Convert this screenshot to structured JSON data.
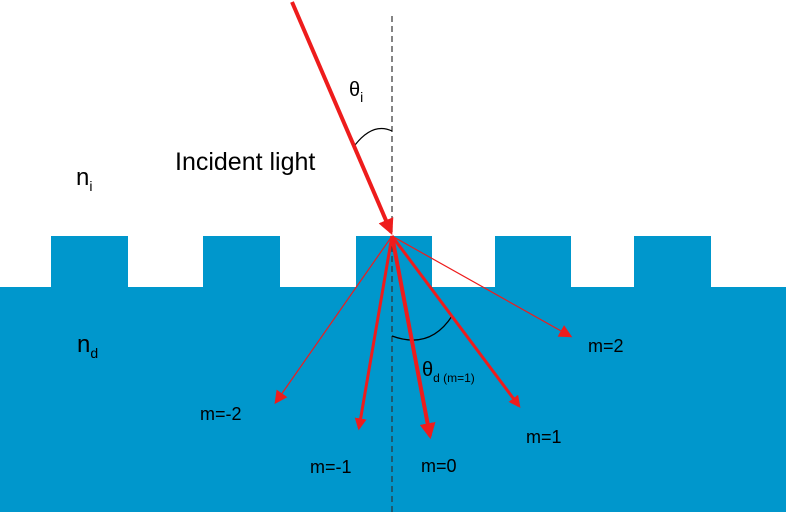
{
  "labels": {
    "incident": "Incident light",
    "theta_i_symbol": "θ",
    "theta_i_sub": "i",
    "theta_d_symbol": "θ",
    "theta_d_sub": "d (m=1)",
    "n_i_symbol": "n",
    "n_i_sub": "i",
    "n_d_symbol": "n",
    "n_d_sub": "d"
  },
  "orders": [
    {
      "label": "m=-2"
    },
    {
      "label": "m=-1"
    },
    {
      "label": "m=0"
    },
    {
      "label": "m=1"
    },
    {
      "label": "m=2"
    }
  ],
  "colors": {
    "substrate": "#0097CC",
    "ray": "#EE1C1C",
    "normal": "#333333"
  }
}
